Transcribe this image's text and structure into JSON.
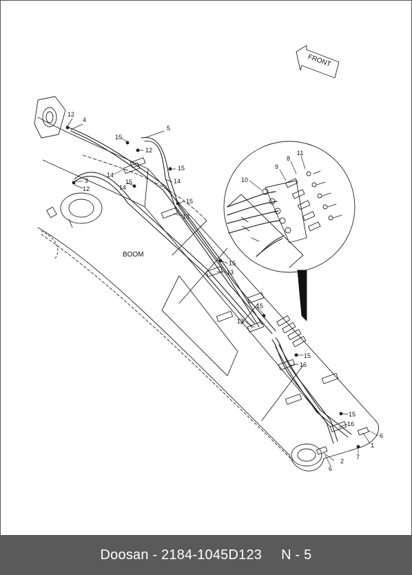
{
  "diagram": {
    "front_label": "FRONT",
    "boom_label": "BOOM",
    "callouts": [
      "12",
      "4",
      "5",
      "15",
      "12",
      "15",
      "14",
      "3",
      "12",
      "15",
      "14",
      "15",
      "14",
      "13",
      "15",
      "13",
      "15",
      "13",
      "15",
      "16",
      "15",
      "16",
      "1",
      "6",
      "7",
      "2",
      "6",
      "11",
      "8",
      "9",
      "10"
    ]
  },
  "footer": {
    "brand": "Doosan",
    "part_number": "- 2184-1045D123",
    "page_ref": "N - 5"
  }
}
